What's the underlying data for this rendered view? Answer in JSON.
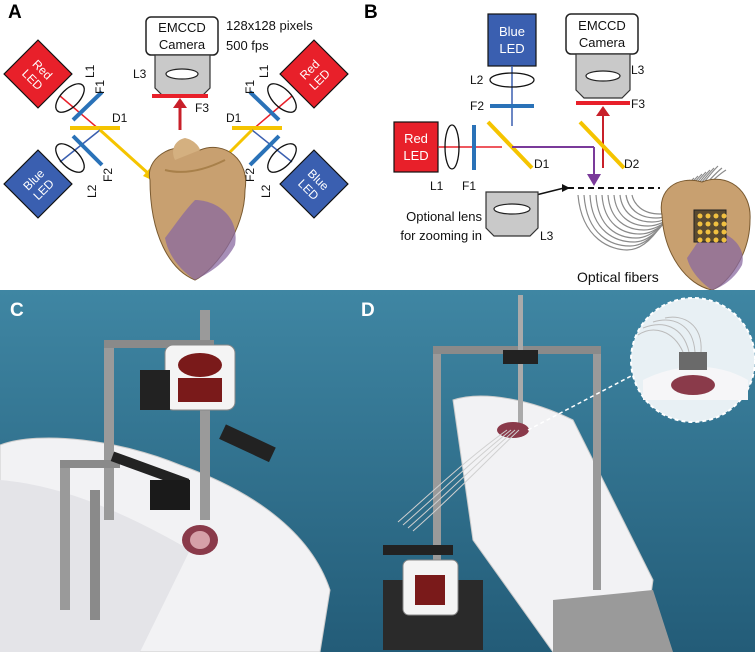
{
  "panel_a": {
    "label": "A",
    "camera_line1": "EMCCD",
    "camera_line2": "Camera",
    "resolution": "128x128 pixels",
    "framerate": "500 fps",
    "red_led": [
      "Red",
      "LED"
    ],
    "blue_led": [
      "Blue",
      "LED"
    ],
    "lens_l1": "L1",
    "lens_l2": "L2",
    "lens_l3": "L3",
    "filter_f1": "F1",
    "filter_f2": "F2",
    "filter_f3": "F3",
    "dichroic_d1": "D1"
  },
  "panel_b": {
    "label": "B",
    "camera_line1": "EMCCD",
    "camera_line2": "Camera",
    "red_led": [
      "Red",
      "LED"
    ],
    "blue_led": [
      "Blue",
      "LED"
    ],
    "lens_l1": "L1",
    "lens_l2": "L2",
    "lens_l3": "L3",
    "filter_f1": "F1",
    "filter_f2": "F2",
    "filter_f3": "F3",
    "dichroic_d1": "D1",
    "dichroic_d2": "D2",
    "optional_lens": [
      "Optional lens",
      "for zooming in"
    ],
    "fibers": "Optical fibers"
  },
  "panel_c": {
    "label": "C"
  },
  "panel_d": {
    "label": "D"
  },
  "colors": {
    "red": "#e8202a",
    "blue": "#3a5fb0",
    "filter_blue": "#2a72b8",
    "yellow": "#f5c400",
    "arrow_red": "#c8202a",
    "purple": "#7a3a9a",
    "gray_cam": "#c9c9c9",
    "photo_bg": "#2d6c8a"
  }
}
